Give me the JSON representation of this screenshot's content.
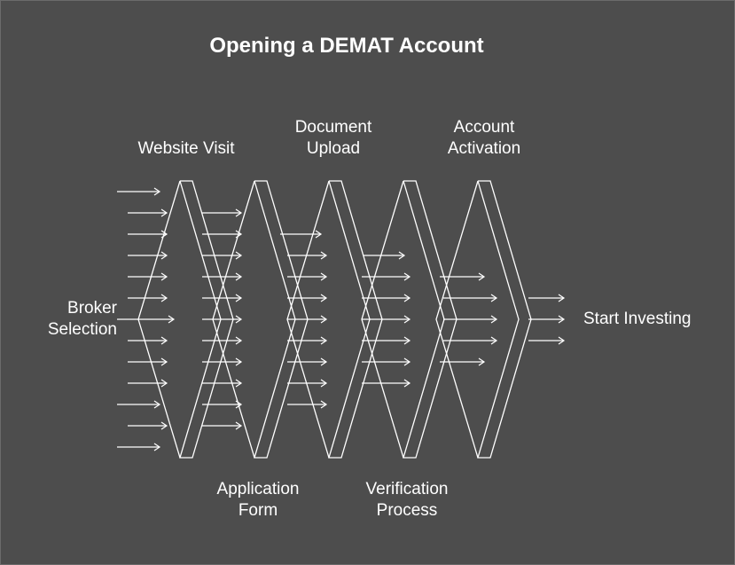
{
  "title": "Opening a DEMAT Account",
  "stages": {
    "broker_selection": "Broker\nSelection",
    "website_visit": "Website Visit",
    "application_form": "Application\nForm",
    "document_upload": "Document\nUpload",
    "verification_process": "Verification\nProcess",
    "account_activation": "Account\nActivation",
    "start_investing": "Start Investing"
  },
  "colors": {
    "background": "#4d4d4d",
    "foreground": "#ffffff"
  }
}
